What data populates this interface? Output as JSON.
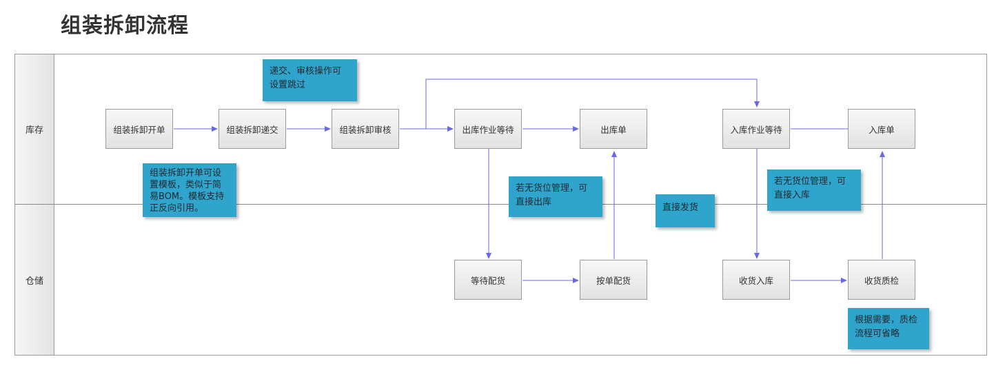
{
  "title": "组装拆卸流程",
  "lanes": [
    {
      "label": "库存"
    },
    {
      "label": "仓储"
    }
  ],
  "nodes": {
    "assembly_open": "组装拆卸开单",
    "assembly_submit": "组装拆卸递交",
    "assembly_review": "组装拆卸审核",
    "outbound_wait": "出库作业等待",
    "outbound_order": "出库单",
    "inbound_wait": "入库作业等待",
    "inbound_order": "入库单",
    "wait_picking": "等待配货",
    "pick_by_order": "按单配货",
    "receive_putaway": "收货入库",
    "receive_qc": "收货质检"
  },
  "notes": {
    "skip_submit_review": "递交、审核操作可\n设置跳过",
    "template_note": "组装拆卸开单可设\n置模板，类似于简\n易BOM。模板支持\n正反向引用。",
    "direct_outbound": "若无货位管理，可\n直接出库",
    "direct_ship": "直接发货",
    "direct_inbound": "若无货位管理，可\n直接入库",
    "qc_optional": "根据需要，质检\n流程可省略"
  },
  "colors": {
    "connector": "#6666ee",
    "note_fill": "#2fa4cc",
    "node_fill": "#eeeeee",
    "border": "#9a9a9a"
  }
}
